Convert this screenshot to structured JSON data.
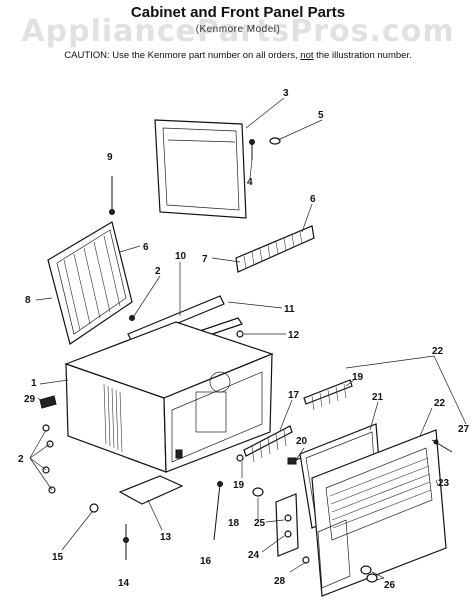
{
  "header": {
    "title": "Cabinet and Front Panel Parts",
    "subtitle": "(Kenmore Model)",
    "caution_prefix": "CAUTION:  Use the Kenmore part number on all orders, ",
    "caution_underlined": "not",
    "caution_suffix": " the illustration number.",
    "watermark": "AppliancePartsPros.com"
  },
  "callouts": [
    "1",
    "2",
    "3",
    "4",
    "5",
    "6",
    "6",
    "7",
    "8",
    "9",
    "10",
    "11",
    "12",
    "13",
    "14",
    "15",
    "16",
    "17",
    "18",
    "19",
    "19",
    "20",
    "21",
    "22",
    "22",
    "2",
    "23",
    "24",
    "25",
    "26",
    "27",
    "28",
    "29"
  ]
}
